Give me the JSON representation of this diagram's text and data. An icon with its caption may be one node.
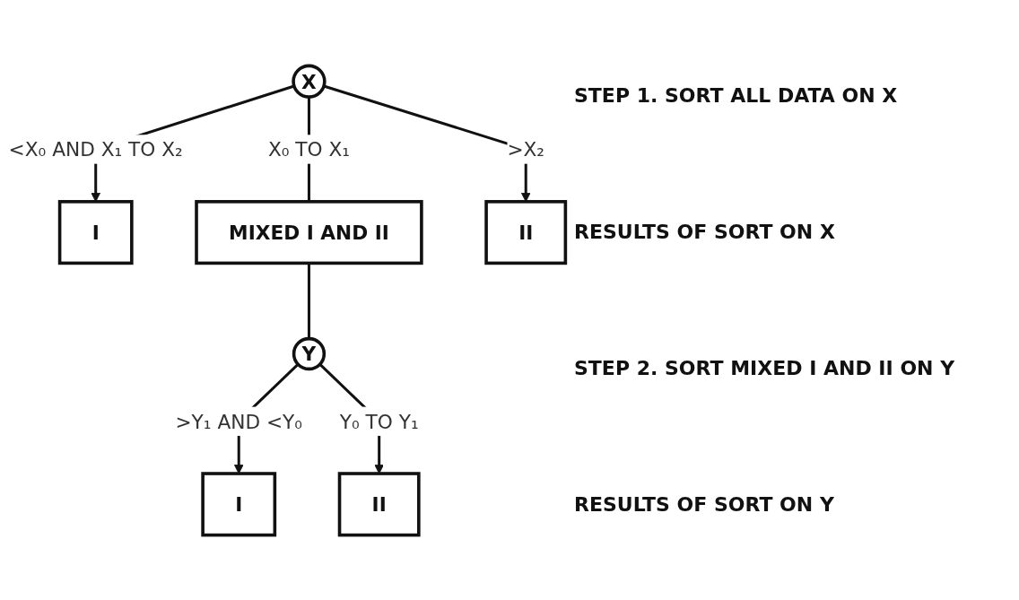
{
  "diagram": {
    "nodes": [
      {
        "text": [
          "X"
        ]
      },
      {
        "text": [
          "I"
        ]
      },
      {
        "text": [
          "MIXED I AND II"
        ]
      },
      {
        "text": [
          "II"
        ]
      },
      {
        "text": [
          "Y"
        ]
      },
      {
        "text": [
          "I"
        ]
      },
      {
        "text": [
          "II"
        ]
      }
    ],
    "edges": [
      {
        "from": 0,
        "to": 1,
        "arrow": "to",
        "label": "<X₀ AND X₁ TO X₂"
      },
      {
        "from": 0,
        "to": 2,
        "arrow": "none",
        "label": "X₀ TO X₁"
      },
      {
        "from": 0,
        "to": 3,
        "arrow": "to",
        "label": ">X₂"
      },
      {
        "from": 2,
        "to": 4,
        "arrow": "none"
      },
      {
        "from": 4,
        "to": 5,
        "arrow": "to",
        "label": ">Y₁ AND <Y₀"
      },
      {
        "from": 4,
        "to": 6,
        "arrow": "to",
        "label": "Y₀ TO Y₁"
      }
    ],
    "labels": [
      "STEP 1. SORT ALL DATA ON X",
      "RESULTS OF SORT ON X",
      "STEP 2. SORT MIXED I AND II ON Y",
      "RESULTS OF SORT ON Y"
    ]
  }
}
